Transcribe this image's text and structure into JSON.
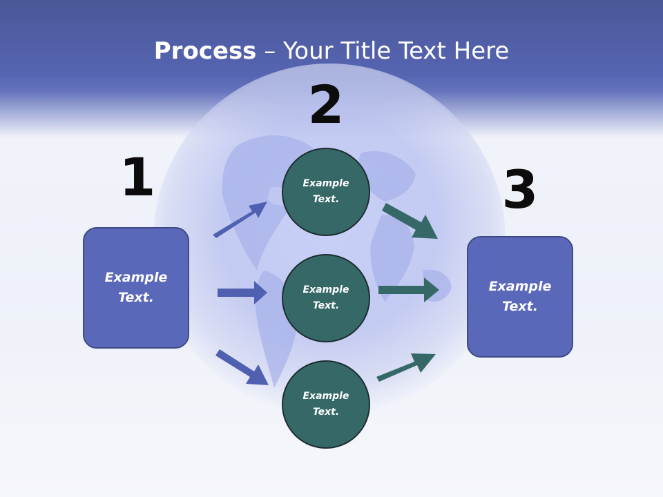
{
  "title": {
    "bold": "Process",
    "rest": " – Your Title Text Here"
  },
  "steps": [
    {
      "number": "1",
      "label": "Example Text."
    },
    {
      "number": "2",
      "labels": [
        "Example Text.",
        "Example Text.",
        "Example Text."
      ]
    },
    {
      "number": "3",
      "label": "Example Text."
    }
  ],
  "colors": {
    "header": "#5665b2",
    "box_fill": "#5a68b9",
    "box_border": "#3f4a83",
    "circle_fill": "#356867",
    "circle_border": "#1d2c30",
    "arrow_blue": "#5060b0",
    "arrow_teal": "#356867"
  }
}
